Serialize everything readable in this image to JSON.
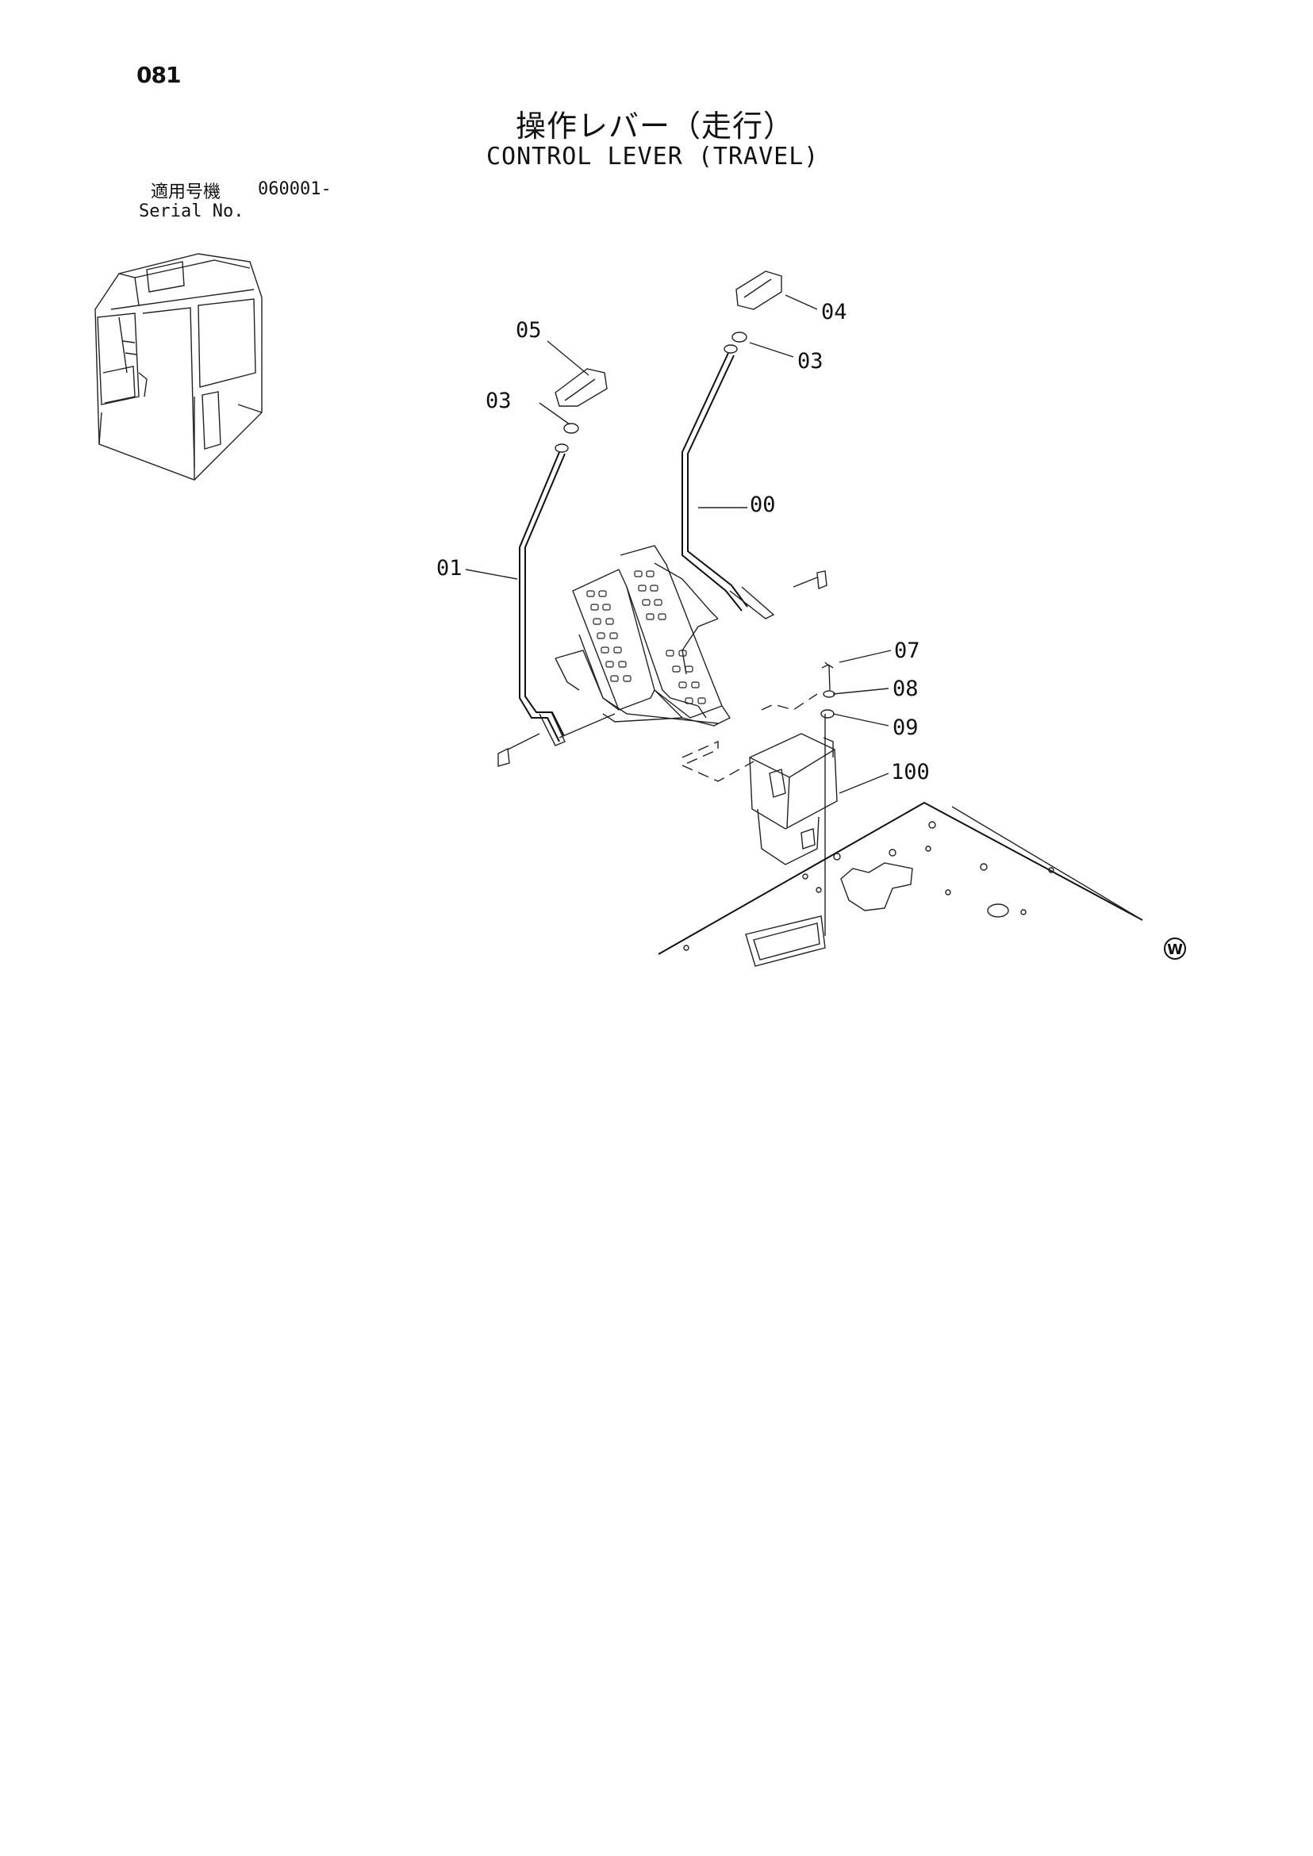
{
  "header": {
    "page_number": "081",
    "title_jp": "操作レバー（走行）",
    "title_en": "CONTROL LEVER (TRAVEL)"
  },
  "serial": {
    "label_jp": "適用号機",
    "value": "060001-",
    "label_en": "Serial No."
  },
  "callouts": {
    "c04": "04",
    "c03_right": "03",
    "c05": "05",
    "c03_left": "03",
    "c00": "00",
    "c01": "01",
    "c07": "07",
    "c08": "08",
    "c09": "09",
    "c100": "100"
  },
  "marks": {
    "corner_mark": "W"
  }
}
